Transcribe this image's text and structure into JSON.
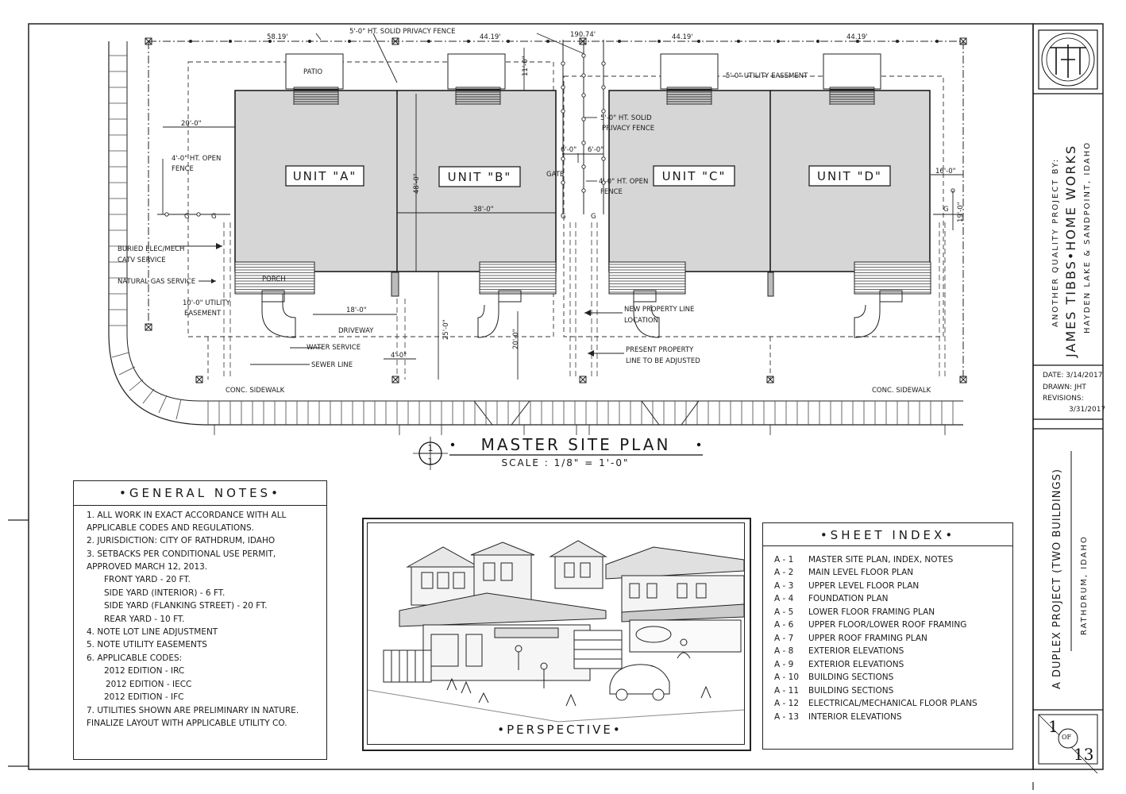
{
  "site_plan": {
    "units": [
      "UNIT \"A\"",
      "UNIT \"B\"",
      "UNIT \"C\"",
      "UNIT \"D\""
    ],
    "dims_top": [
      "58.19'",
      "44.19'",
      "190.74'",
      "44.19'",
      "44.19'"
    ],
    "labels": {
      "fence_top": "5'-0\" HT. SOLID PRIVACY FENCE",
      "patio": "PATIO",
      "utility_easement_top": "5'-0\" UTILITY EASEMENT",
      "solid_fence_1": "5'-0\" HT. SOLID",
      "solid_fence_2": "PRIVACY FENCE",
      "open_fence_left_1": "4'-0\" HT. OPEN",
      "open_fence_left_2": "FENCE",
      "open_fence_mid_1": "4'-0\" HT. OPEN",
      "open_fence_mid_2": "FENCE",
      "gate": "GATE",
      "buried_elec_1": "BURIED ELEC/MECH",
      "buried_elec_2": "CATV SERVICE",
      "natural_gas": "NATURAL GAS SERVICE",
      "utility_easement_side_1": "10'-0\" UTILITY",
      "utility_easement_side_2": "EASEMENT",
      "porch": "PORCH",
      "driveway": "DRIVEWAY",
      "water_service": "WATER SERVICE",
      "sewer_line": "SEWER LINE",
      "new_property_line_1": "NEW PROPERTY LINE",
      "new_property_line_2": "LOCATION",
      "present_property_1": "PRESENT PROPERTY",
      "present_property_2": "LINE TO BE ADJUSTED",
      "sidewalk_left": "CONC. SIDEWALK",
      "sidewalk_right": "CONC. SIDEWALK"
    },
    "dims": {
      "rear_11": "11'-0\"",
      "side_20": "20'-0\"",
      "depth_48": "48'-0\"",
      "width_38": "38'-0\"",
      "gap_6a": "6'-0\"",
      "gap_6b": "6'-0\"",
      "side_16": "16'-0\"",
      "side_19": "19'-0\"",
      "front_18": "18'-0\"",
      "front_25": "25'-0\"",
      "front_20": "20'-0\"",
      "front_4": "4'-0\""
    },
    "grade_mark": "G"
  },
  "drawing_title": {
    "bubble_top": "1",
    "bubble_bottom": "1",
    "title": "MASTER SITE PLAN",
    "scale": "SCALE : 1/8\" = 1'-0\""
  },
  "general_notes": {
    "title": "GENERAL NOTES",
    "lines": [
      "1.    ALL WORK IN EXACT ACCORDANCE WITH ALL",
      "APPLICABLE CODES AND REGULATIONS.",
      "2.    JURISDICTION: CITY OF RATHDRUM, IDAHO",
      "3.    SETBACKS PER CONDITIONAL USE PERMIT,",
      "APPROVED MARCH 12, 2013.",
      "FRONT YARD - 20 FT.",
      "SIDE YARD (INTERIOR) - 6 FT.",
      "SIDE YARD (FLANKING STREET) - 20 FT.",
      "REAR YARD - 10 FT.",
      "4.    NOTE LOT LINE ADJUSTMENT",
      "5.    NOTE UTILITY EASEMENTS",
      "6.    APPLICABLE CODES:",
      "2012 EDITION - IRC",
      "2012  EDITION - IECC",
      "2012 EDITION - IFC",
      "7.    UTILITIES SHOWN ARE PRELIMINARY IN NATURE.",
      "FINALIZE LAYOUT WITH APPLICABLE UTILITY CO."
    ]
  },
  "perspective": {
    "label": "PERSPECTIVE"
  },
  "sheet_index": {
    "title": "SHEET INDEX",
    "items": [
      {
        "num": "A - 1",
        "title": "MASTER SITE PLAN, INDEX, NOTES"
      },
      {
        "num": "A - 2",
        "title": "MAIN LEVEL FLOOR PLAN"
      },
      {
        "num": "A - 3",
        "title": "UPPER LEVEL FLOOR PLAN"
      },
      {
        "num": "A - 4",
        "title": "FOUNDATION PLAN"
      },
      {
        "num": "A - 5",
        "title": "LOWER FLOOR FRAMING PLAN"
      },
      {
        "num": "A - 6",
        "title": "UPPER FLOOR/LOWER ROOF FRAMING"
      },
      {
        "num": "A - 7",
        "title": "UPPER ROOF FRAMING PLAN"
      },
      {
        "num": "A - 8",
        "title": "EXTERIOR ELEVATIONS"
      },
      {
        "num": "A - 9",
        "title": "EXTERIOR ELEVATIONS"
      },
      {
        "num": "A - 10",
        "title": "BUILDING SECTIONS"
      },
      {
        "num": "A - 11",
        "title": "BUILDING SECTIONS"
      },
      {
        "num": "A - 12",
        "title": "ELECTRICAL/MECHANICAL FLOOR PLANS"
      },
      {
        "num": "A - 13",
        "title": "INTERIOR ELEVATIONS"
      }
    ]
  },
  "title_block": {
    "tagline": "ANOTHER QUALITY PROJECT BY:",
    "company": "JAMES TIBBS•HOME WORKS",
    "locations": "HAYDEN LAKE & SANDPOINT, IDAHO",
    "date": "DATE: 3/14/2017",
    "drawn": "DRAWN:  JHT",
    "revisions": "REVISIONS:",
    "revision_date": "3/31/2017",
    "project": "A DUPLEX PROJECT (TWO BUILDINGS)",
    "project_location": "RATHDRUM, IDAHO",
    "sheet_num": "1",
    "sheet_of": "OF",
    "sheet_total": "13"
  }
}
